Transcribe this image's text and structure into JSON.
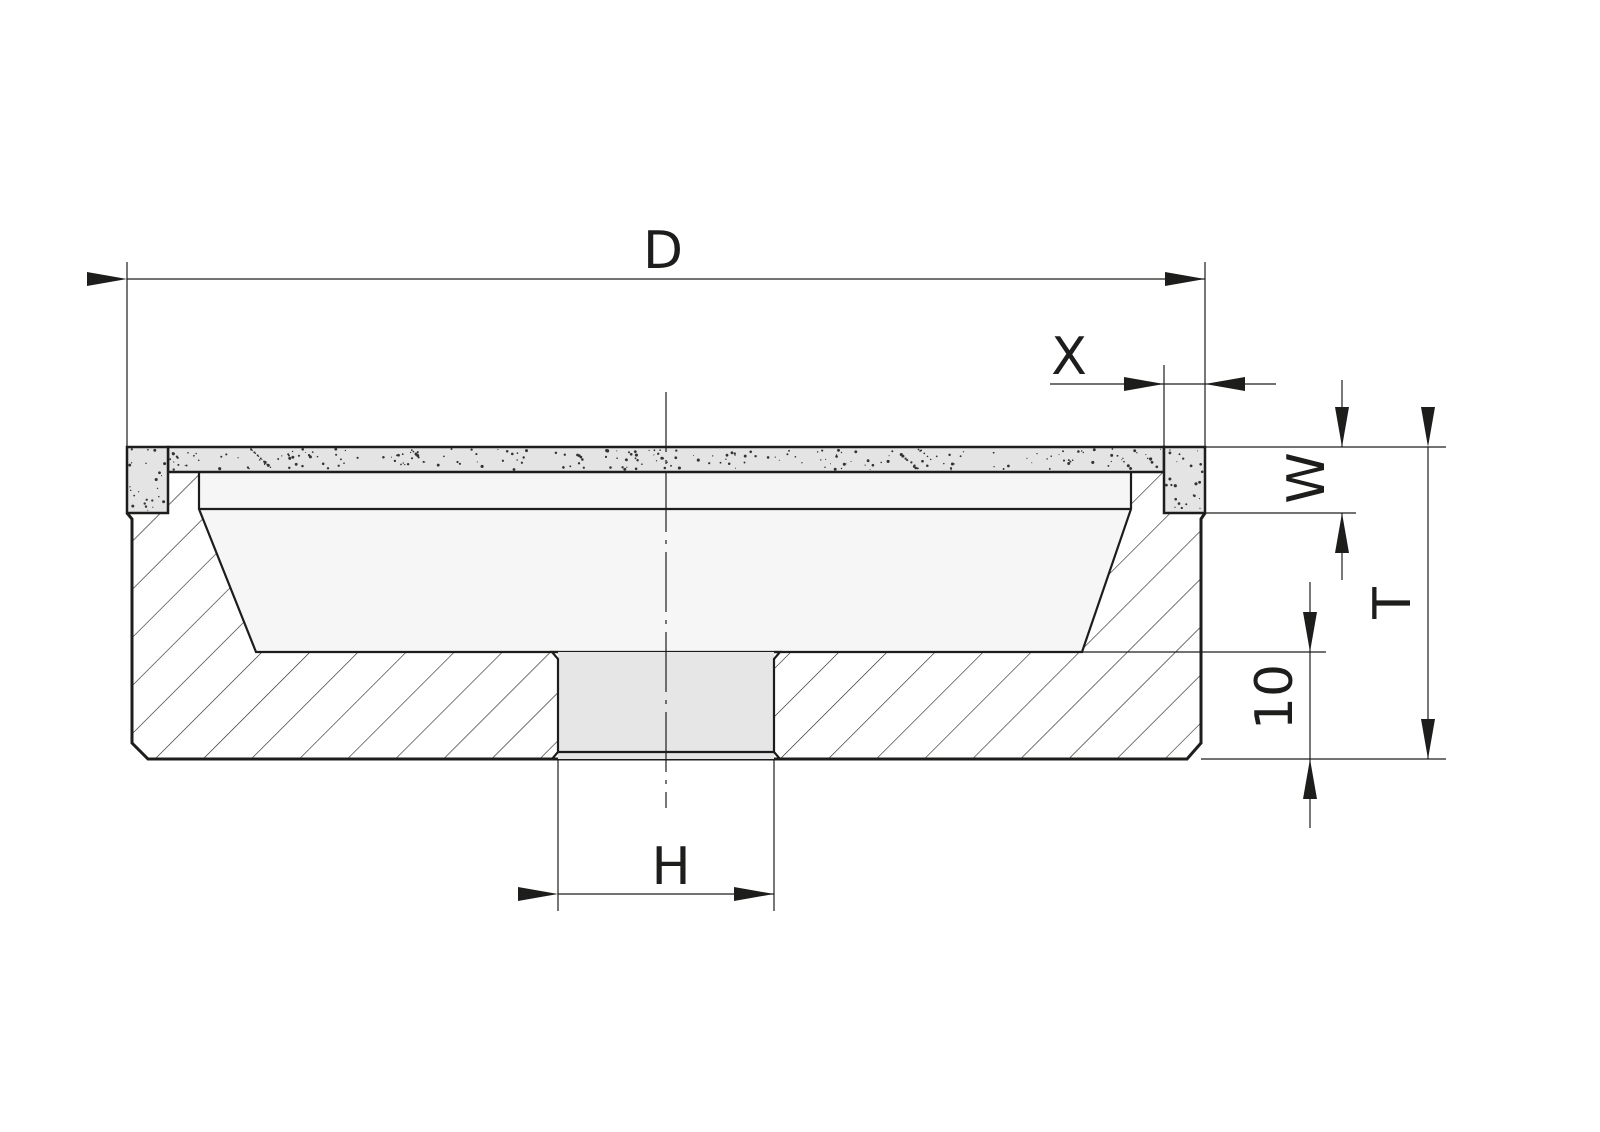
{
  "labels": {
    "diameter": "D",
    "rim_width_x": "X",
    "layer_depth": "W",
    "total_thickness": "T",
    "bottom_thickness": "10",
    "bore": "H"
  },
  "colors": {
    "line": "#1d1d1b",
    "background": "#ffffff",
    "abrasive_fill": "#e4e4e4",
    "bore_fill": "#e6e6e6",
    "cavity_fill": "#f6f6f6",
    "grain": "#333333"
  }
}
